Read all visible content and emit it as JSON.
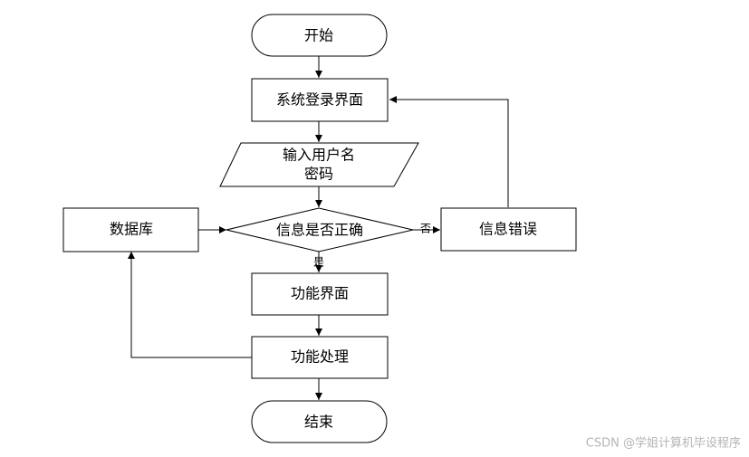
{
  "diagram": {
    "nodes": {
      "start": "开始",
      "login": "系统登录界面",
      "input_line1": "输入用户名",
      "input_line2": "密码",
      "check": "信息是否正确",
      "database": "数据库",
      "error": "信息错误",
      "function_ui": "功能界面",
      "function_process": "功能处理",
      "end": "结束"
    },
    "edge_labels": {
      "no": "否",
      "yes": "是"
    }
  },
  "watermark": "CSDN @学姐计算机毕设程序"
}
